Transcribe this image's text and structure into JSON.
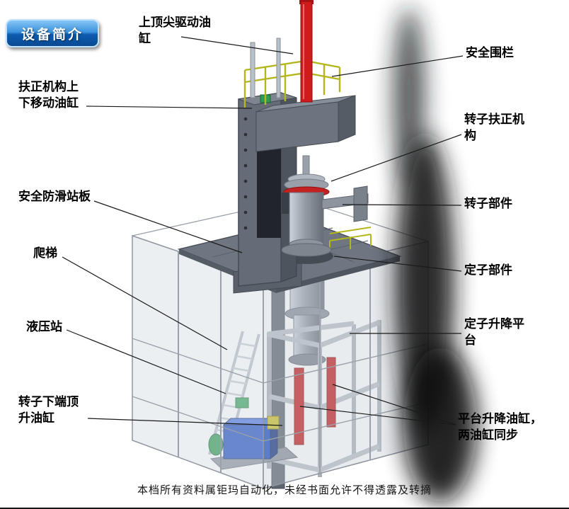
{
  "badge": {
    "label": "设备简介"
  },
  "labels": [
    {
      "text": "上顶尖驱动油缸"
    },
    {
      "text": "安全围栏"
    },
    {
      "text": "扶正机构上下移动油缸"
    },
    {
      "text": "转子扶正机构"
    },
    {
      "text": "安全防滑站板"
    },
    {
      "text": "转子部件"
    },
    {
      "text": "爬梯"
    },
    {
      "text": "定子部件"
    },
    {
      "text": "液压站"
    },
    {
      "text": "定子升降平台"
    },
    {
      "text": "转子下端顶升油缸"
    },
    {
      "text": "平台升降油缸，两油缸同步"
    }
  ],
  "footer": {
    "text": "本档所有资料属钜玛自动化，未经书面允许不得透露及转摘"
  },
  "colors": {
    "top_cylinder_red": "#ce1b1b",
    "lift_cylinder_red": "#c41e1e",
    "railing_yellow": "#b5b619",
    "hydraulic_blue": "#1e4dc0",
    "badge_blue": "#0d5bb0"
  }
}
